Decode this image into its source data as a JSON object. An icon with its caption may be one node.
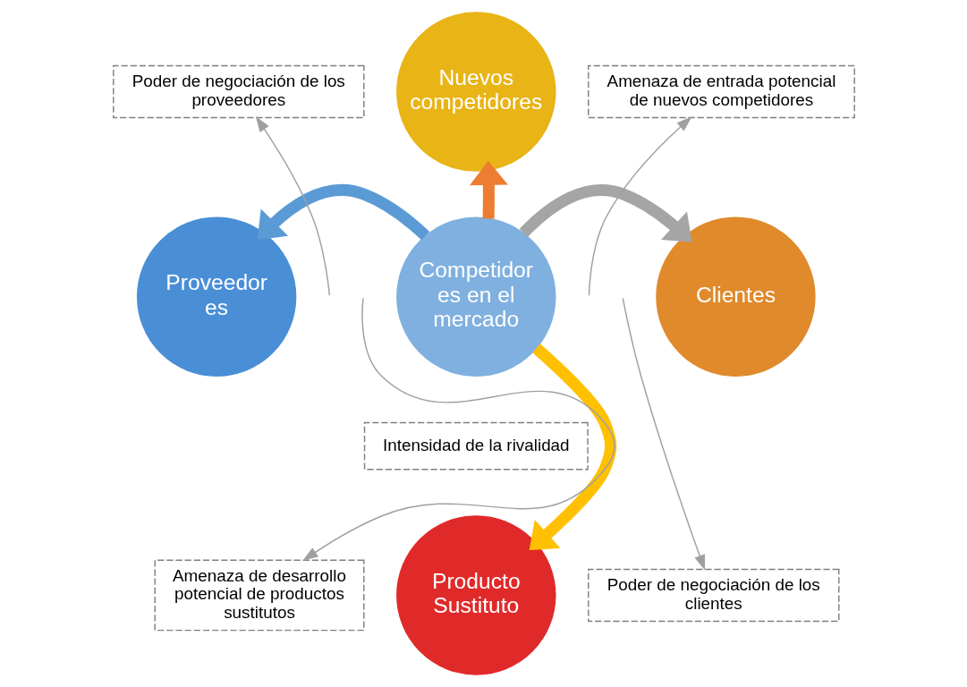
{
  "diagram": {
    "nodes": [
      {
        "text": [
          "Nuevos competidores"
        ]
      },
      {
        "text": [
          "Poder de negociación de los proveedores"
        ]
      },
      {
        "text": [
          "Amenaza de entrada potencial de nuevos competidores"
        ]
      },
      {
        "text": [
          "Proveedor es"
        ]
      },
      {
        "text": [
          "Competidor es en el mercado"
        ]
      },
      {
        "text": [
          "Clientes"
        ]
      },
      {
        "text": [
          "Intensidad de la rivalidad"
        ]
      },
      {
        "text": [
          "Amenaza de desarrollo potencial de productos sustitutos"
        ]
      },
      {
        "text": [
          "Producto Sustituto"
        ]
      },
      {
        "text": [
          "Poder de negociación de los clientes"
        ]
      }
    ],
    "edges": [
      {
        "from": 4,
        "to": 0,
        "arrow": "to",
        "style": "thick",
        "color": "#ed7d31"
      },
      {
        "from": 4,
        "to": 3,
        "arrow": "to",
        "style": "thick",
        "color": "#5b9bd5"
      },
      {
        "from": 4,
        "to": 5,
        "arrow": "to",
        "style": "thick",
        "color": "#a5a5a5"
      },
      {
        "from": 4,
        "to": 8,
        "arrow": "to",
        "style": "thick",
        "color": "#ffc000"
      },
      {
        "from": null,
        "to": 2,
        "arrow": "to",
        "color": "#a0a0a0"
      },
      {
        "from": null,
        "to": 1,
        "arrow": "to",
        "color": "#a0a0a0"
      },
      {
        "from": null,
        "to": 9,
        "arrow": "to",
        "color": "#a0a0a0"
      },
      {
        "from": null,
        "to": 7,
        "arrow": "to",
        "color": "#a0a0a0"
      }
    ]
  }
}
